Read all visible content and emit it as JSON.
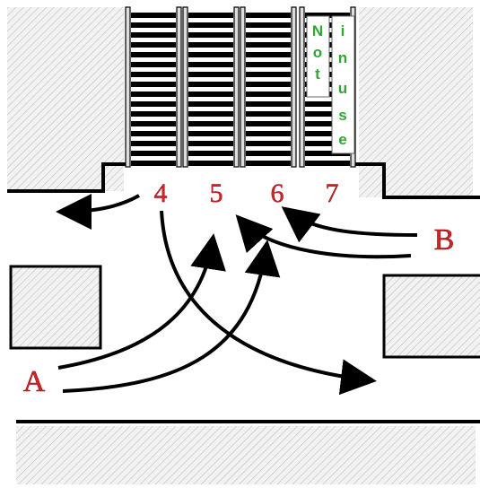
{
  "diagram": {
    "stair_numbers": [
      "4",
      "5",
      "6",
      "7"
    ],
    "origins": {
      "a": "A",
      "b": "B"
    },
    "sign": {
      "left_column": [
        "N",
        "o",
        "t"
      ],
      "right_column": [
        "i",
        "n",
        "u",
        "s",
        "e"
      ]
    }
  },
  "colors": {
    "label": "#d6232a",
    "sign_text": "#2fa82f",
    "line": "#000000",
    "hatch_bg": "#f2f2f2",
    "hatch_line": "#bdbdbd"
  }
}
